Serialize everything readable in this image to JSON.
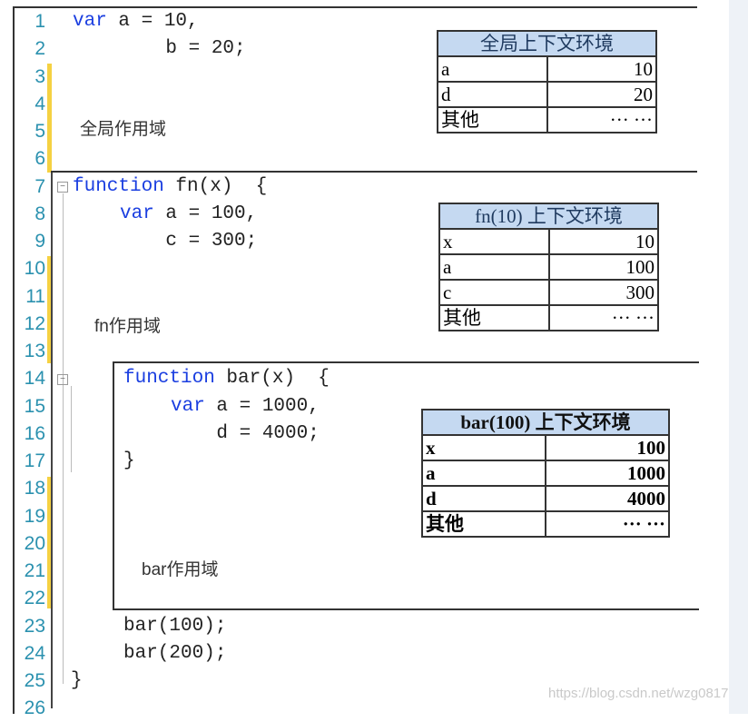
{
  "line_numbers": [
    "1",
    "2",
    "3",
    "4",
    "5",
    "6",
    "7",
    "8",
    "9",
    "10",
    "11",
    "12",
    "13",
    "14",
    "15",
    "16",
    "17",
    "18",
    "19",
    "20",
    "21",
    "22",
    "23",
    "24",
    "25",
    "26"
  ],
  "code": [
    {
      "line": 1,
      "indent": 0,
      "kw": "var",
      "text": " a = 10,"
    },
    {
      "line": 2,
      "indent": 1,
      "kw": "",
      "text": "    b = 20;"
    },
    {
      "line": 7,
      "indent": 0,
      "kw": "function",
      "text": " fn(x)  {"
    },
    {
      "line": 8,
      "indent": 1,
      "kw": "var",
      "text": " a = 100,"
    },
    {
      "line": 9,
      "indent": 1,
      "kw": "",
      "text": "    c = 300;"
    },
    {
      "line": 14,
      "indent": 2,
      "kw": "function",
      "text": " bar(x)  {"
    },
    {
      "line": 15,
      "indent": 3,
      "kw": "var",
      "text": " a = 1000,"
    },
    {
      "line": 16,
      "indent": 3,
      "kw": "",
      "text": "    d = 4000;"
    },
    {
      "line": 17,
      "indent": 2,
      "kw": "",
      "text": "}"
    },
    {
      "line": 23,
      "indent": 2,
      "kw": "",
      "text": "bar(100);"
    },
    {
      "line": 24,
      "indent": 2,
      "kw": "",
      "text": "bar(200);"
    },
    {
      "line": 25,
      "indent": -1,
      "kw": "",
      "text": "}"
    }
  ],
  "scopes": {
    "global": "全局作用域",
    "fn": "fn作用域",
    "bar": "bar作用域"
  },
  "tables": {
    "global": {
      "title": "全局上下文环境",
      "rows": [
        [
          "a",
          "10"
        ],
        [
          "d",
          "20"
        ],
        [
          "其他",
          "··· ···"
        ]
      ]
    },
    "fn": {
      "title": "fn(10) 上下文环境",
      "rows": [
        [
          "x",
          "10"
        ],
        [
          "a",
          "100"
        ],
        [
          "c",
          "300"
        ],
        [
          "其他",
          "··· ···"
        ]
      ]
    },
    "bar": {
      "title": "bar(100) 上下文环境",
      "rows": [
        [
          "x",
          "100"
        ],
        [
          "a",
          "1000"
        ],
        [
          "d",
          "4000"
        ],
        [
          "其他",
          "··· ···"
        ]
      ]
    }
  },
  "watermark": "https://blog.csdn.net/wzg0817",
  "colors": {
    "line_number": "#2b91af",
    "keyword": "#1a3ee0",
    "change_marker": "#f5d142",
    "table_header": "#c5d9f1"
  }
}
